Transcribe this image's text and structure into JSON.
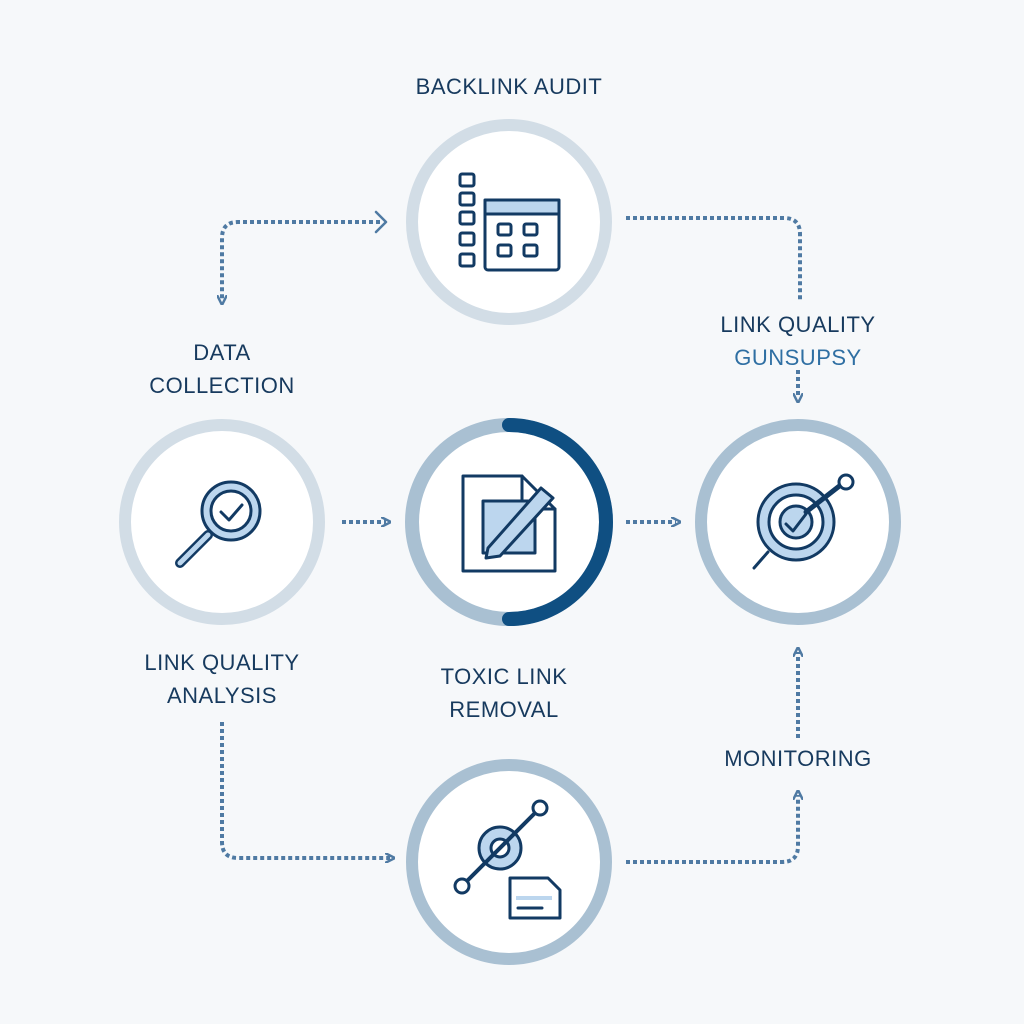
{
  "diagram": {
    "colors": {
      "background": "#f6f8fa",
      "ring_light": "#d2dde6",
      "ring_medium": "#a9c0d2",
      "ring_progress": "#0f4f82",
      "arrow": "#4f7aa3",
      "icon_stroke": "#123a63",
      "icon_fill": "#bcd6ee",
      "text": "#173a5e",
      "accent_text": "#2f6fa3"
    },
    "labels": {
      "backlink_audit": "BACKLINK AUDIT",
      "data_collection_line1": "DATA",
      "data_collection_line2": "COLLECTION",
      "link_quality_top_line1": "LINK QUALITY",
      "link_quality_top_line2": "GUNSUPSY",
      "link_quality_analysis_line1": "LINK QUALITY",
      "link_quality_analysis_line2": "ANALYSIS",
      "toxic_link_removal_line1": "TOXIC LINK",
      "toxic_link_removal_line2": "REMOVAL",
      "monitoring": "MONITORING"
    },
    "nodes": [
      {
        "id": "audit",
        "icon": "spreadsheet-grid-icon"
      },
      {
        "id": "analysis",
        "icon": "magnifier-check-icon"
      },
      {
        "id": "removal",
        "icon": "document-edit-icon"
      },
      {
        "id": "quality",
        "icon": "target-check-icon"
      },
      {
        "id": "disavow",
        "icon": "broken-link-document-icon"
      }
    ]
  }
}
